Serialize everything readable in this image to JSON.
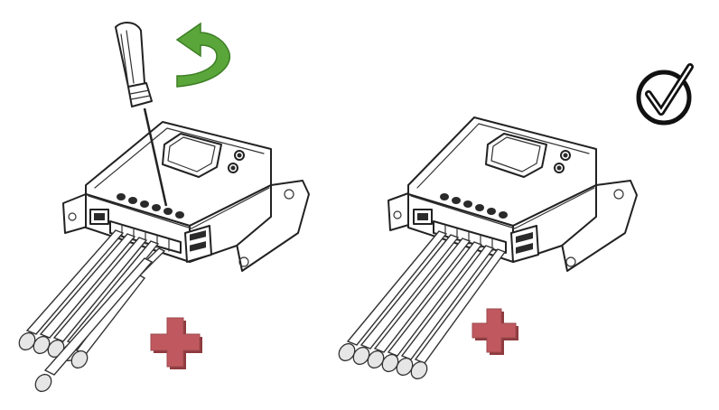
{
  "colors": {
    "arrow": "#5aa63a",
    "arrow_dark": "#3d7e25",
    "plus": "#c0595f",
    "plus_shadow": "#8e3a3f",
    "line": "#222222",
    "check": "#111111"
  },
  "icons": {
    "rotate": "counter-clockwise-arrow-icon",
    "tool": "screwdriver-icon",
    "plus": "plus-icon",
    "check": "checkmark-icon"
  },
  "diagram": {
    "left_panel": {
      "wires_connected": 4,
      "wires_loose": 2,
      "status": "incorrect"
    },
    "right_panel": {
      "wires_connected": 6,
      "wires_loose": 0,
      "status": "correct"
    }
  }
}
